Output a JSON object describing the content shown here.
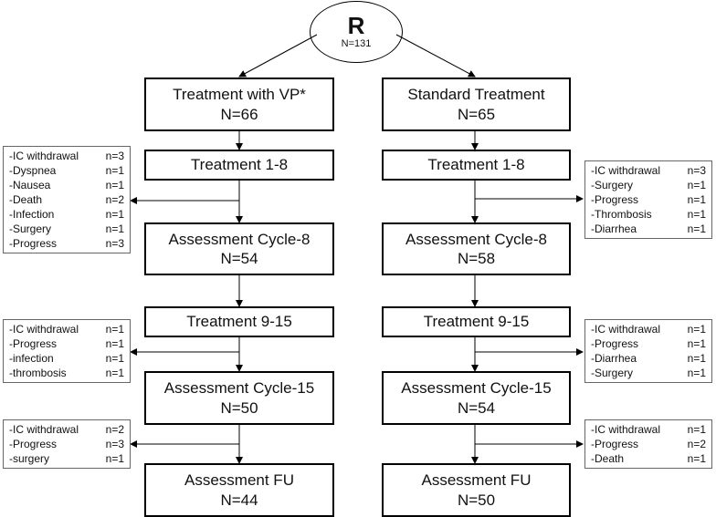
{
  "randomization": {
    "label": "R",
    "n": "N=131"
  },
  "left": {
    "top": {
      "title": "Treatment with VP*",
      "n": "N=66"
    },
    "treatment_1_8": "Treatment 1-8",
    "cycle8": {
      "title": "Assessment Cycle-8",
      "n": "N=54"
    },
    "treatment_9_15": "Treatment 9-15",
    "cycle15": {
      "title": "Assessment Cycle-15",
      "n": "N=50"
    },
    "fu": {
      "title": "Assessment FU",
      "n": "N=44"
    },
    "dropouts_1": [
      {
        "reason": "-IC withdrawal",
        "n": "n=3"
      },
      {
        "reason": "-Dyspnea",
        "n": "n=1"
      },
      {
        "reason": "-Nausea",
        "n": "n=1"
      },
      {
        "reason": "-Death",
        "n": "n=2"
      },
      {
        "reason": "-Infection",
        "n": "n=1"
      },
      {
        "reason": "-Surgery",
        "n": "n=1"
      },
      {
        "reason": "-Progress",
        "n": "n=3"
      }
    ],
    "dropouts_2": [
      {
        "reason": "-IC withdrawal",
        "n": "n=1"
      },
      {
        "reason": "-Progress",
        "n": "n=1"
      },
      {
        "reason": "-infection",
        "n": "n=1"
      },
      {
        "reason": "-thrombosis",
        "n": "n=1"
      }
    ],
    "dropouts_3": [
      {
        "reason": "-IC withdrawal",
        "n": "n=2"
      },
      {
        "reason": "-Progress",
        "n": "n=3"
      },
      {
        "reason": "-surgery",
        "n": "n=1"
      }
    ]
  },
  "right": {
    "top": {
      "title": "Standard Treatment",
      "n": "N=65"
    },
    "treatment_1_8": "Treatment 1-8",
    "cycle8": {
      "title": "Assessment Cycle-8",
      "n": "N=58"
    },
    "treatment_9_15": "Treatment 9-15",
    "cycle15": {
      "title": "Assessment Cycle-15",
      "n": "N=54"
    },
    "fu": {
      "title": "Assessment FU",
      "n": "N=50"
    },
    "dropouts_1": [
      {
        "reason": "-IC withdrawal",
        "n": "n=3"
      },
      {
        "reason": "-Surgery",
        "n": "n=1"
      },
      {
        "reason": "-Progress",
        "n": "n=1"
      },
      {
        "reason": "-Thrombosis",
        "n": "n=1"
      },
      {
        "reason": "-Diarrhea",
        "n": "n=1"
      }
    ],
    "dropouts_2": [
      {
        "reason": "-IC withdrawal",
        "n": "n=1"
      },
      {
        "reason": "-Progress",
        "n": "n=1"
      },
      {
        "reason": "-Diarrhea",
        "n": "n=1"
      },
      {
        "reason": "-Surgery",
        "n": "n=1"
      }
    ],
    "dropouts_3": [
      {
        "reason": "-IC withdrawal",
        "n": "n=1"
      },
      {
        "reason": "-Progress",
        "n": "n=2"
      },
      {
        "reason": "-Death",
        "n": "n=1"
      }
    ]
  },
  "colors": {
    "line": "#000000",
    "side_border": "#666666"
  }
}
